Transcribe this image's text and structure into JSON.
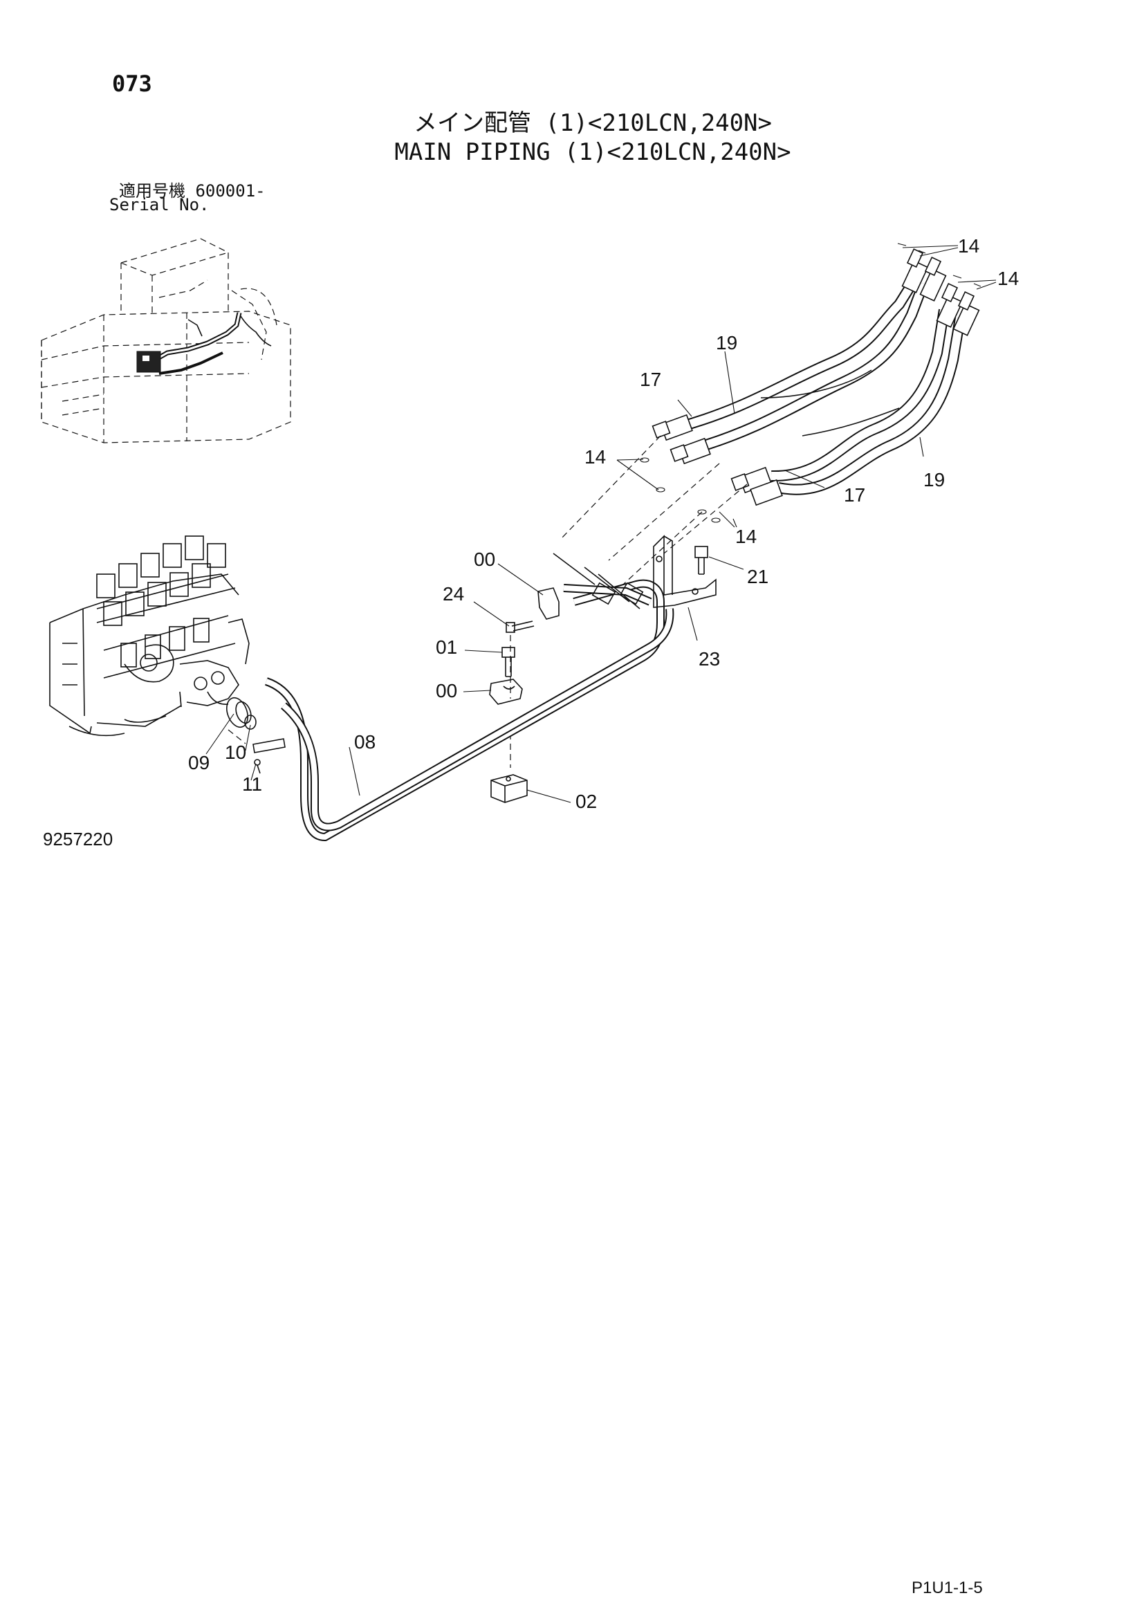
{
  "page": {
    "number": "073",
    "title_jp": "メイン配管 (1)<210LCN,240N>",
    "title_en": "MAIN PIPING (1)<210LCN,240N>",
    "serial_label_jp": "適用号機 600001-",
    "serial_label_en": "Serial No.",
    "drawing_number": "9257220",
    "footer_ref": "P1U1-1-5"
  },
  "callouts": [
    {
      "id": "c14a",
      "label": "14"
    },
    {
      "id": "c14b",
      "label": "14"
    },
    {
      "id": "c19a",
      "label": "19"
    },
    {
      "id": "c17a",
      "label": "17"
    },
    {
      "id": "c14c",
      "label": "14"
    },
    {
      "id": "c19b",
      "label": "19"
    },
    {
      "id": "c17b",
      "label": "17"
    },
    {
      "id": "c14d",
      "label": "14"
    },
    {
      "id": "c00a",
      "label": "00"
    },
    {
      "id": "c21",
      "label": "21"
    },
    {
      "id": "c24",
      "label": "24"
    },
    {
      "id": "c01",
      "label": "01"
    },
    {
      "id": "c23",
      "label": "23"
    },
    {
      "id": "c00b",
      "label": "00"
    },
    {
      "id": "c08",
      "label": "08"
    },
    {
      "id": "c10",
      "label": "10"
    },
    {
      "id": "c09",
      "label": "09"
    },
    {
      "id": "c11",
      "label": "11"
    },
    {
      "id": "c02",
      "label": "02"
    }
  ]
}
